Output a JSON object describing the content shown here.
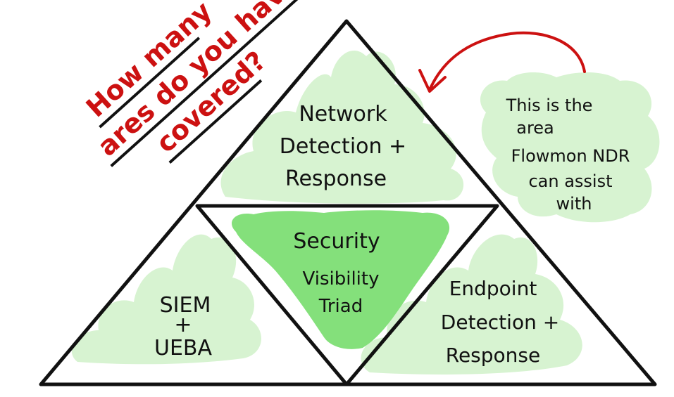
{
  "colors": {
    "outline": "#111111",
    "light_green": "#d7f3d1",
    "mid_green": "#84e07b",
    "red": "#cc1111"
  },
  "question": {
    "line1": "How many",
    "line2": "ares do you have",
    "line3": "covered?"
  },
  "triad": {
    "top": {
      "line1": "Network",
      "line2": "Detection +",
      "line3": "Response"
    },
    "left": {
      "line1": "SIEM",
      "line2": "+",
      "line3": "UEBA"
    },
    "right": {
      "line1": "Endpoint",
      "line2": "Detection +",
      "line3": "Response"
    },
    "center": {
      "line1": "Security",
      "line2": "Visibility",
      "line3": "Triad"
    }
  },
  "note": {
    "line1": "This is the",
    "line2": "area",
    "line3": "Flowmon NDR",
    "line4": "can assist",
    "line5": "with"
  },
  "icons": [
    "curved-arrow-icon"
  ]
}
